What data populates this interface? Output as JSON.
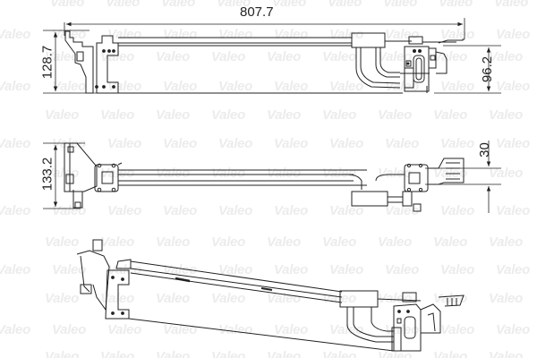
{
  "watermark": {
    "text": "Valeo",
    "color": "#ececec"
  },
  "views": {
    "front": {
      "dimensions": {
        "overall_length": "807.7",
        "left_height": "128.7",
        "right_height": "96.2"
      }
    },
    "top": {
      "dimensions": {
        "left_height": "133.2",
        "connector_offset": "30"
      }
    },
    "isometric": {}
  },
  "colors": {
    "line": "#222222",
    "background": "#ffffff"
  }
}
